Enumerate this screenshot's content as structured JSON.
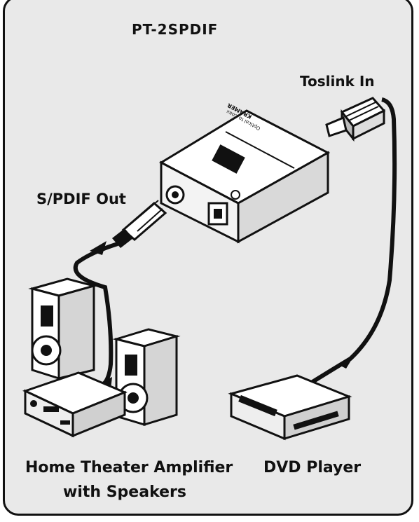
{
  "diagram": {
    "title": "PT-2SPDIF",
    "labels": {
      "toslink_in": "Toslink In",
      "spdif_out": "S/PDIF Out",
      "amplifier_line1": "Home Theater Amplifier",
      "amplifier_line2": "with Speakers",
      "dvd_player": "DVD  Player"
    },
    "colors": {
      "background": "#e9e9e9",
      "outline": "#111111",
      "device_face": "#ffffff",
      "device_shade": "#cfcfcf"
    }
  }
}
